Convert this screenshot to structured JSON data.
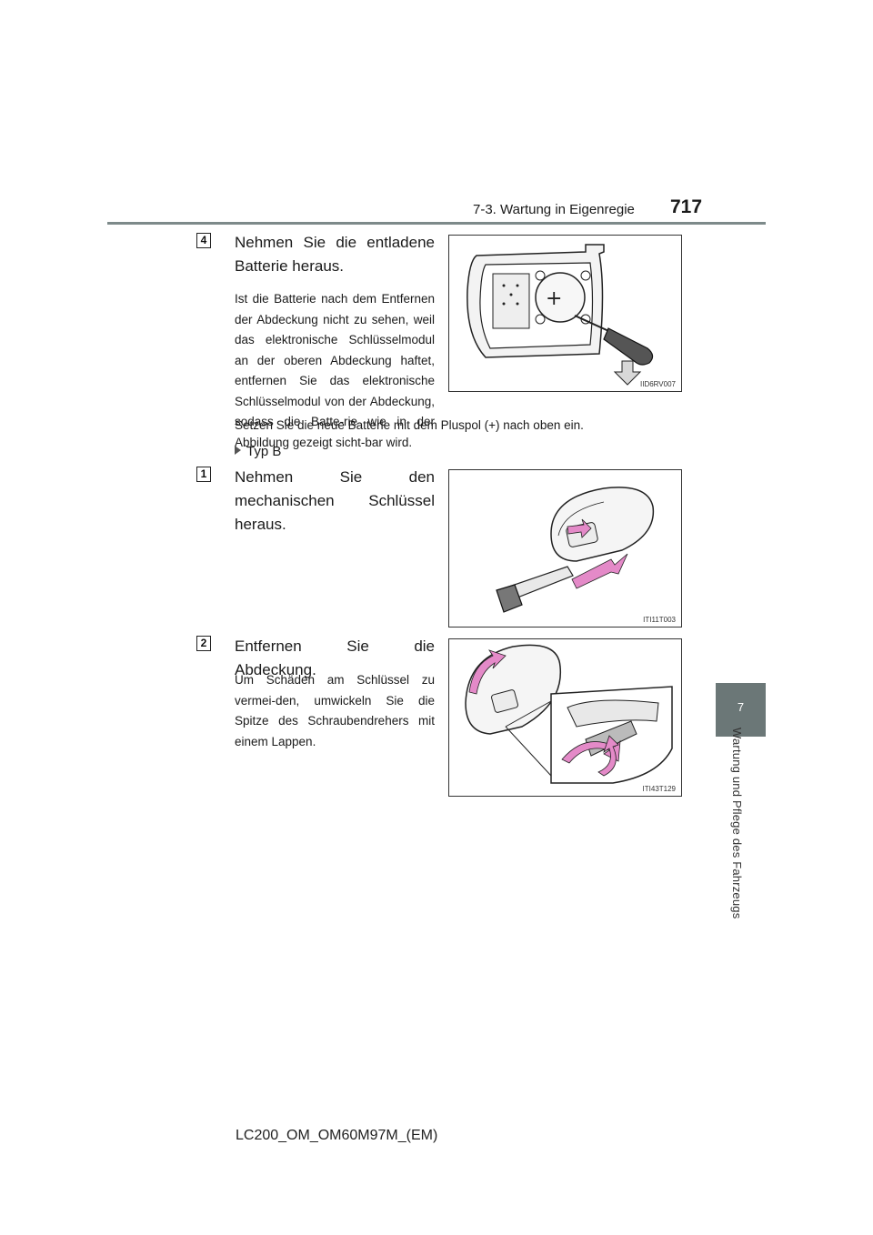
{
  "header": {
    "section": "7-3. Wartung in Eigenregie",
    "page_number": "717"
  },
  "side_tab": {
    "chapter_number": "7",
    "chapter_title": "Wartung und Pflege des Fahrzeugs"
  },
  "steps": [
    {
      "number": "4",
      "heading": "Nehmen Sie die entladene Batterie heraus.",
      "body": "Ist die Batterie nach dem Entfernen der Abdeckung nicht zu sehen, weil das elektronische Schlüsselmodul an der oberen Abdeckung haftet, entfernen Sie das elektronische Schlüsselmodul von der Abdeckung, sodass die Batte-rie wie in der Abbildung gezeigt sicht-bar wird.",
      "figure_code": "IID6RV007"
    },
    {
      "number": "1",
      "heading": "Nehmen Sie den mechanischen Schlüssel heraus.",
      "figure_code": "ITI11T003"
    },
    {
      "number": "2",
      "heading": "Entfernen Sie die Abdeckung.",
      "body": "Um Schäden am Schlüssel zu vermei-den, umwickeln Sie die Spitze des Schraubendrehers mit einem Lappen.",
      "figure_code": "ITI43T129"
    }
  ],
  "battery_note": "Setzen Sie die neue Batterie mit dem Pluspol (+) nach oben ein.",
  "type_label": "Typ B",
  "footer": "LC200_OM_OM60M97M_(EM)",
  "colors": {
    "rule": "#7d8a8a",
    "tab": "#6b7777",
    "arrow_pink": "#e48ac8"
  },
  "icons": [
    "triangle-right-icon"
  ]
}
